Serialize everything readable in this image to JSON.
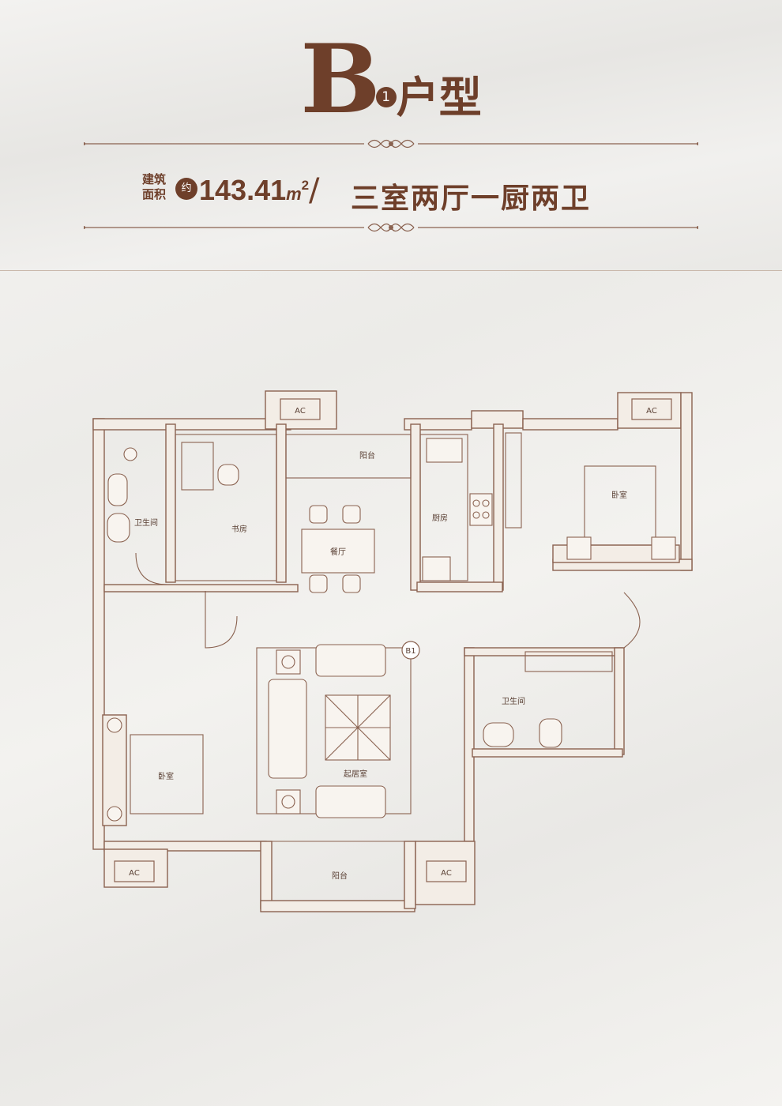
{
  "header": {
    "unit_letter": "B",
    "unit_number": "1",
    "unit_suffix": "户型",
    "area_label_line1": "建筑",
    "area_label_line2": "面积",
    "approx": "约",
    "area_value": "143.41",
    "area_unit": "m",
    "area_unit_sup": "2",
    "slash": "/",
    "layout": "三室两厅一厨两卫"
  },
  "floorplan": {
    "rooms": {
      "bath_nw": "卫生间",
      "study": "书房",
      "balcony_n": "阳台",
      "dining": "餐厅",
      "kitchen": "厨房",
      "bedroom_ne": "卧室",
      "bath_se": "卫生间",
      "bedroom_sw": "卧室",
      "living": "起居室",
      "balcony_s": "阳台"
    },
    "ac_labels": [
      "AC",
      "AC",
      "AC",
      "AC"
    ],
    "marker": "B1"
  },
  "colors": {
    "brand": "#6e3f2a",
    "plan_line": "#8a6250",
    "wall_fill": "#f5efe8"
  }
}
